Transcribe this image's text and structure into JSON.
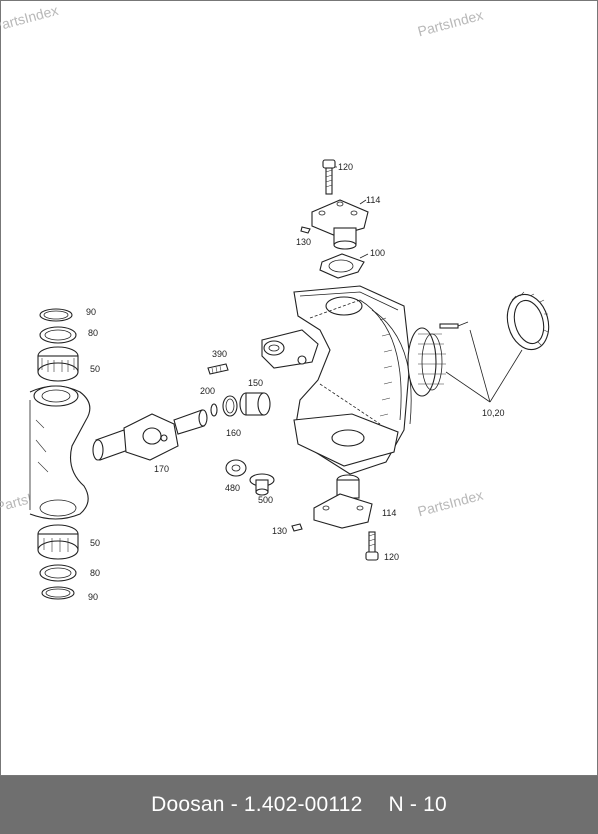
{
  "watermark": "PartsIndex",
  "footer": {
    "brand_part": "Doosan - 1.402-00112",
    "page": "N - 10"
  },
  "callouts": {
    "c120_top": "120",
    "c114_top": "114",
    "c130_top": "130",
    "c100": "100",
    "c90_top": "90",
    "c80_top": "80",
    "c50_top": "50",
    "c390": "390",
    "c200": "200",
    "c150": "150",
    "c160": "160",
    "c170": "170",
    "c480": "480",
    "c500": "500",
    "c10_20": "10,20",
    "c114_bot": "114",
    "c130_bot": "130",
    "c120_bot": "120",
    "c50_bot": "50",
    "c80_bot": "80",
    "c90_bot": "90"
  }
}
